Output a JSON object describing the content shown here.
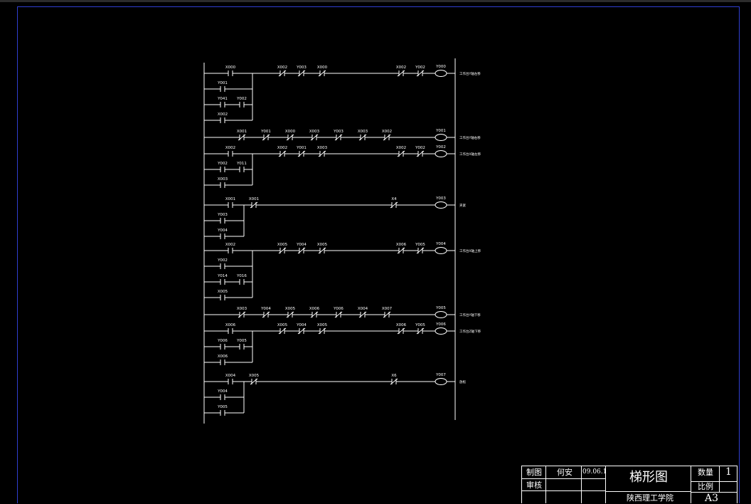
{
  "diagram": {
    "rungs": [
      {
        "contacts": [
          {
            "label": "X000",
            "type": "no"
          },
          {
            "label": "X002",
            "type": "nc"
          },
          {
            "label": "Y003",
            "type": "nc"
          },
          {
            "label": "X000",
            "type": "nc"
          },
          {
            "label": "X002",
            "type": "nc"
          },
          {
            "label": "Y002",
            "type": "nc"
          }
        ],
        "coil": "Y000",
        "note": "工作台Y轴左移",
        "branches": [
          [
            "Y001"
          ],
          [
            "Y041",
            "Y002"
          ],
          [
            "X002"
          ]
        ]
      },
      {
        "contacts": [
          {
            "label": "X001",
            "type": "nc"
          },
          {
            "label": "Y001",
            "type": "nc"
          },
          {
            "label": "X000",
            "type": "nc"
          },
          {
            "label": "X003",
            "type": "nc"
          },
          {
            "label": "Y003",
            "type": "nc"
          },
          {
            "label": "X003",
            "type": "nc"
          },
          {
            "label": "X002",
            "type": "nc"
          }
        ],
        "coil": "Y001",
        "note": "工作台Y轴右移",
        "branches": []
      },
      {
        "contacts": [
          {
            "label": "X002",
            "type": "no"
          },
          {
            "label": "X002",
            "type": "nc"
          },
          {
            "label": "Y001",
            "type": "nc"
          },
          {
            "label": "X003",
            "type": "nc"
          },
          {
            "label": "X002",
            "type": "nc"
          },
          {
            "label": "Y002",
            "type": "nc"
          }
        ],
        "coil": "Y002",
        "note": "工作台X轴左移",
        "branches": [
          [
            "Y002",
            "Y011"
          ],
          [
            "X003"
          ]
        ]
      },
      {
        "contacts": [
          {
            "label": "X001",
            "type": "no"
          },
          {
            "label": "X001",
            "type": "nc"
          },
          {
            "label": "X4",
            "type": "nc"
          }
        ],
        "coil": "Y003",
        "note": "夹紧",
        "branches": [
          [
            "Y003"
          ],
          [
            "Y004"
          ]
        ]
      },
      {
        "contacts": [
          {
            "label": "X002",
            "type": "no"
          },
          {
            "label": "X005",
            "type": "nc"
          },
          {
            "label": "Y004",
            "type": "nc"
          },
          {
            "label": "X005",
            "type": "nc"
          },
          {
            "label": "X006",
            "type": "nc"
          },
          {
            "label": "Y005",
            "type": "nc"
          }
        ],
        "coil": "Y004",
        "note": "工作台X轴上移",
        "branches": [
          [
            "Y002"
          ],
          [
            "Y014",
            "Y016"
          ],
          [
            "X005"
          ]
        ]
      },
      {
        "contacts": [
          {
            "label": "X003",
            "type": "nc"
          },
          {
            "label": "Y004",
            "type": "nc"
          },
          {
            "label": "X005",
            "type": "nc"
          },
          {
            "label": "X006",
            "type": "nc"
          },
          {
            "label": "Y006",
            "type": "nc"
          },
          {
            "label": "X004",
            "type": "nc"
          },
          {
            "label": "X007",
            "type": "nc"
          }
        ],
        "coil": "Y005",
        "note": "工作台Y轴下移",
        "branches": []
      },
      {
        "contacts": [
          {
            "label": "X006",
            "type": "no"
          },
          {
            "label": "X005",
            "type": "nc"
          },
          {
            "label": "Y004",
            "type": "nc"
          },
          {
            "label": "X005",
            "type": "nc"
          },
          {
            "label": "X006",
            "type": "nc"
          },
          {
            "label": "Y005",
            "type": "nc"
          }
        ],
        "coil": "Y006",
        "note": "工作台Z轴下移",
        "branches": [
          [
            "Y006",
            "Y005"
          ],
          [
            "X006"
          ]
        ]
      },
      {
        "contacts": [
          {
            "label": "X004",
            "type": "no"
          },
          {
            "label": "X005",
            "type": "nc"
          },
          {
            "label": "X6",
            "type": "nc"
          }
        ],
        "coil": "Y007",
        "note": "放松",
        "branches": [
          [
            "Y004"
          ],
          [
            "Y005"
          ]
        ]
      }
    ]
  },
  "title_block": {
    "drawn_label": "制图",
    "drawn_by": "何安",
    "date": "09.06.1",
    "checked_label": "审核",
    "title": "梯形图",
    "qty_label": "数量",
    "qty_value": "1",
    "scale_label": "比例",
    "school": "陕西理工学院",
    "sheet": "A3"
  },
  "colors": {
    "background": "#000000",
    "line": "#ffffff",
    "frame": "#2f3fd0"
  }
}
